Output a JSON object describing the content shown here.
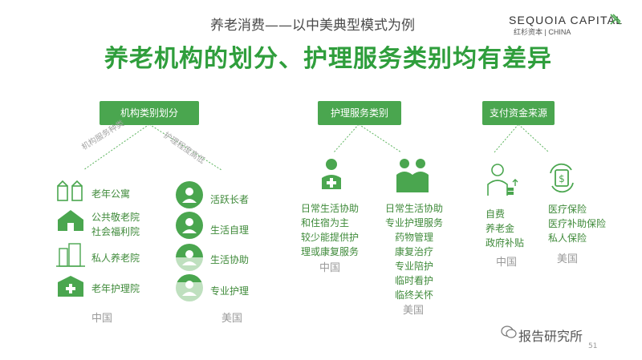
{
  "header": {
    "subtitle": "养老消费——以中美典型模式为例",
    "title": "养老机构的划分、护理服务类别均有差异",
    "logo_main": "SEQUOIA CAPITAL",
    "logo_sub": "红杉资本 | CHINA"
  },
  "section1": {
    "box_label": "机构类别划分",
    "left_branch_label": "机构服务种类",
    "right_branch_label": "护理程度高低",
    "china_items": [
      "老年公寓",
      "公共敬老院\n社会福利院",
      "私人养老院",
      "老年护理院"
    ],
    "us_items": [
      "活跃长者",
      "生活自理",
      "生活协助",
      "专业护理"
    ],
    "china_label": "中国",
    "us_label": "美国"
  },
  "section2": {
    "box_label": "护理服务类别",
    "china_text": "日常生活协助\n和住宿为主\n较少能提供护\n理或康复服务",
    "us_text": "日常生活协助\n专业护理服务\n药物管理\n康复治疗\n专业陪护\n临时看护\n临终关怀",
    "china_label": "中国",
    "us_label": "美国"
  },
  "section3": {
    "box_label": "支付资金来源",
    "china_text": "自费\n养老金\n政府补贴",
    "us_text": "医疗保险\n医疗补助保险\n私人保险",
    "china_label": "中国",
    "us_label": "美国"
  },
  "footer": {
    "watermark": "报告研究所",
    "page_number": "51"
  },
  "colors": {
    "accent": "#4aa64f",
    "title": "#2f9e3c"
  }
}
